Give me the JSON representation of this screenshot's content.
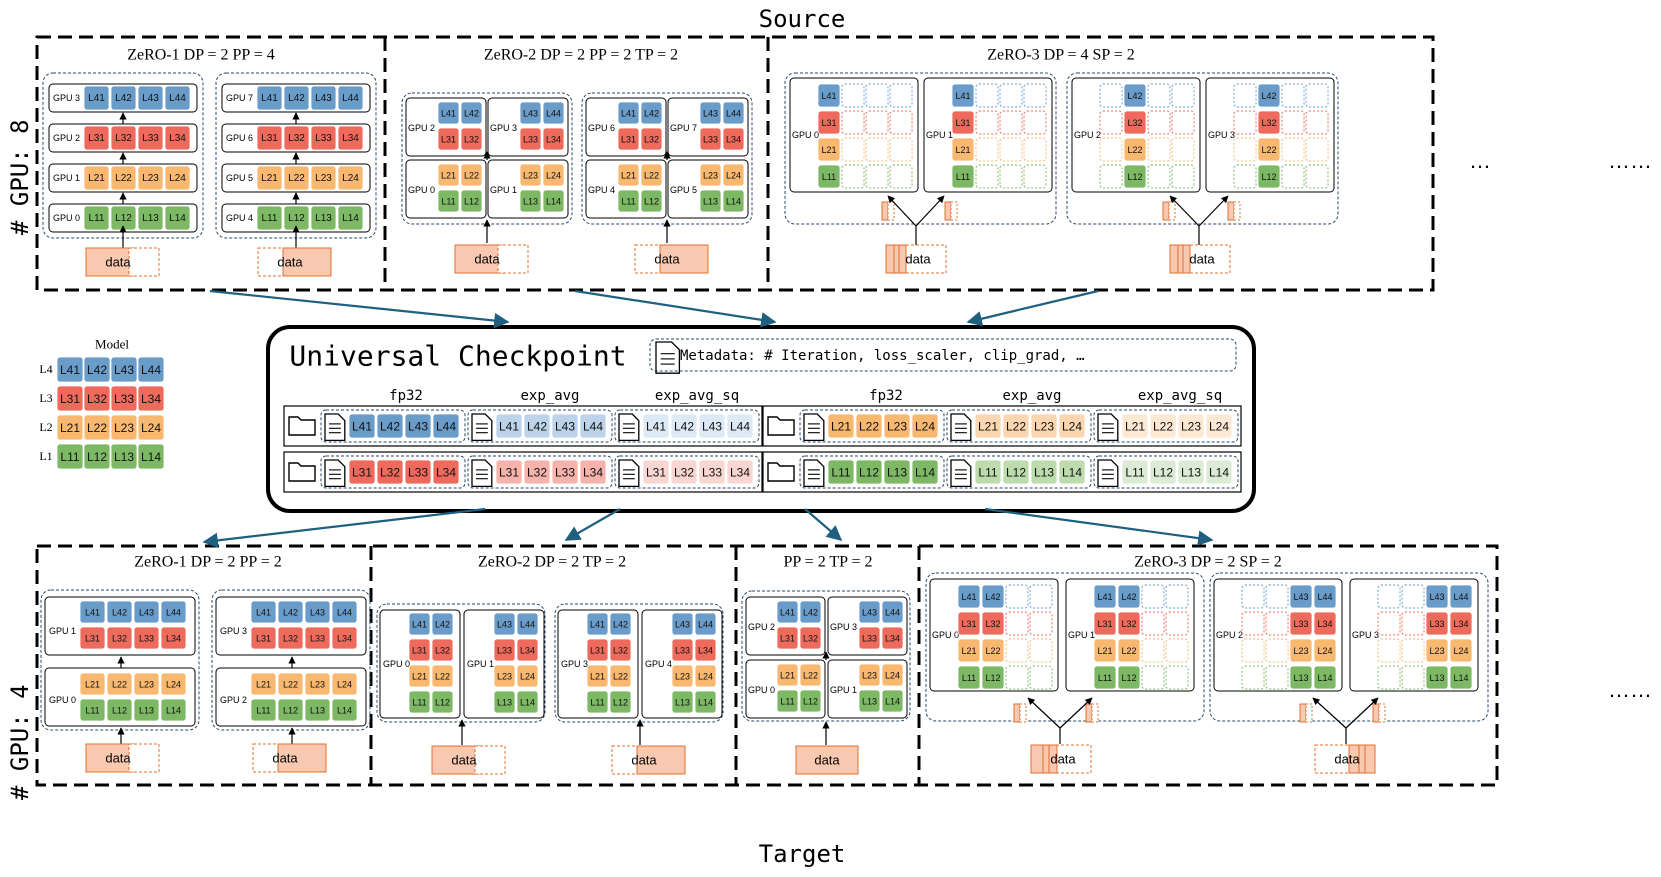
{
  "source_label": "Source",
  "target_label": "Target",
  "gpu_count_top": "# GPU: 8",
  "gpu_count_bottom": "# GPU: 4",
  "ellipsis": "……",
  "more": "…",
  "data_label": "data",
  "colors": {
    "L4": "#6a9cc9",
    "L3": "#ee6a5c",
    "L2": "#f8b870",
    "L1": "#7db965",
    "L4_light": "#bcd3ea",
    "L3_light": "#f5b3ac",
    "L2_light": "#fbd6b0",
    "L1_light": "#bddcae",
    "L4_lighter": "#dde9f5",
    "L3_lighter": "#f9d6d2",
    "L2_lighter": "#fde8d3",
    "L1_lighter": "#dcebd5",
    "arrow": "#1f5f80"
  },
  "model": {
    "title": "Model",
    "rows": [
      {
        "label": "L4",
        "cells": [
          "L41",
          "L42",
          "L43",
          "L44"
        ]
      },
      {
        "label": "L3",
        "cells": [
          "L31",
          "L32",
          "L33",
          "L34"
        ]
      },
      {
        "label": "L2",
        "cells": [
          "L21",
          "L22",
          "L23",
          "L24"
        ]
      },
      {
        "label": "L1",
        "cells": [
          "L11",
          "L12",
          "L13",
          "L14"
        ]
      }
    ]
  },
  "checkpoint": {
    "title": "Universal Checkpoint",
    "metadata": "Metadata: # Iteration, loss_scaler, clip_grad, …",
    "col_headers": [
      "fp32",
      "exp_avg",
      "exp_avg_sq",
      "fp32",
      "exp_avg",
      "exp_avg_sq"
    ]
  },
  "source": [
    {
      "title": "ZeRO-1 DP = 2 PP = 4",
      "gpus_a": [
        "GPU 3",
        "GPU 2",
        "GPU 1",
        "GPU 0"
      ],
      "gpus_b": [
        "GPU 7",
        "GPU 6",
        "GPU 5",
        "GPU 4"
      ]
    },
    {
      "title": "ZeRO-2 DP = 2 PP = 2 TP = 2",
      "gpus_a": [
        "GPU 2",
        "GPU 3",
        "GPU 0",
        "GPU 1"
      ],
      "gpus_b": [
        "GPU 6",
        "GPU 7",
        "GPU 4",
        "GPU 5"
      ]
    },
    {
      "title": "ZeRO-3 DP = 4 SP = 2",
      "gpus": [
        "GPU 0",
        "GPU 1",
        "GPU 2",
        "GPU 3"
      ]
    }
  ],
  "target": [
    {
      "title": "ZeRO-1 DP = 2 PP = 2",
      "gpus": [
        "GPU 1",
        "GPU 0",
        "GPU 3",
        "GPU 2"
      ]
    },
    {
      "title": "ZeRO-2 DP = 2 TP = 2",
      "gpus": [
        "GPU 0",
        "GPU 1",
        "GPU 3",
        "GPU 4"
      ]
    },
    {
      "title": "PP = 2 TP = 2",
      "gpus": [
        "GPU 2",
        "GPU 3",
        "GPU 0",
        "GPU 1"
      ]
    },
    {
      "title": "ZeRO-3 DP = 2 SP = 2",
      "gpus": [
        "GPU 0",
        "GPU 1",
        "GPU 2",
        "GPU 3"
      ]
    }
  ]
}
